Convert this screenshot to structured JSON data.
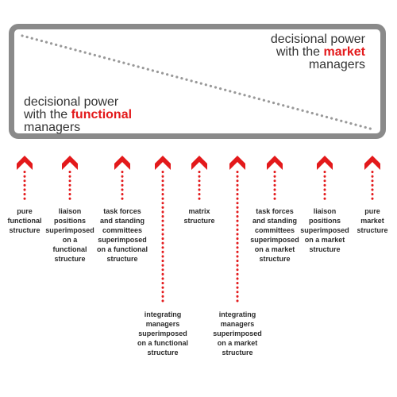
{
  "headline_market": {
    "line1": "decisional power",
    "line2_prefix": "with the ",
    "line2_accent": "market",
    "line3": "managers"
  },
  "headline_functional": {
    "line1": "decisional power",
    "line2_prefix": "with the ",
    "line2_accent": "functional",
    "line3": "managers"
  },
  "colors": {
    "frame": "#8a8a8a",
    "accent": "#e3191b",
    "dotted_line": "#999999",
    "text": "#333333"
  },
  "structures": [
    {
      "lines": [
        "pure",
        "functional",
        "structure"
      ]
    },
    {
      "lines": [
        "liaison",
        "positions",
        "superimposed",
        "on a",
        "functional",
        "structure"
      ]
    },
    {
      "lines": [
        "task forces",
        "and standing",
        "committees",
        "superimposed",
        "on a functional",
        "structure"
      ]
    },
    {
      "lines": [
        "integrating",
        "managers",
        "superimposed",
        "on a functional",
        "structure"
      ]
    },
    {
      "lines": [
        "matrix",
        "structure"
      ]
    },
    {
      "lines": [
        "integrating",
        "managers",
        "superimposed",
        "on a market",
        "structure"
      ]
    },
    {
      "lines": [
        "task forces",
        "and standing",
        "committees",
        "superimposed",
        "on a market",
        "structure"
      ]
    },
    {
      "lines": [
        "liaison",
        "positions",
        "superimposed",
        "on a market",
        "structure"
      ]
    },
    {
      "lines": [
        "pure",
        "market",
        "structure"
      ]
    }
  ]
}
